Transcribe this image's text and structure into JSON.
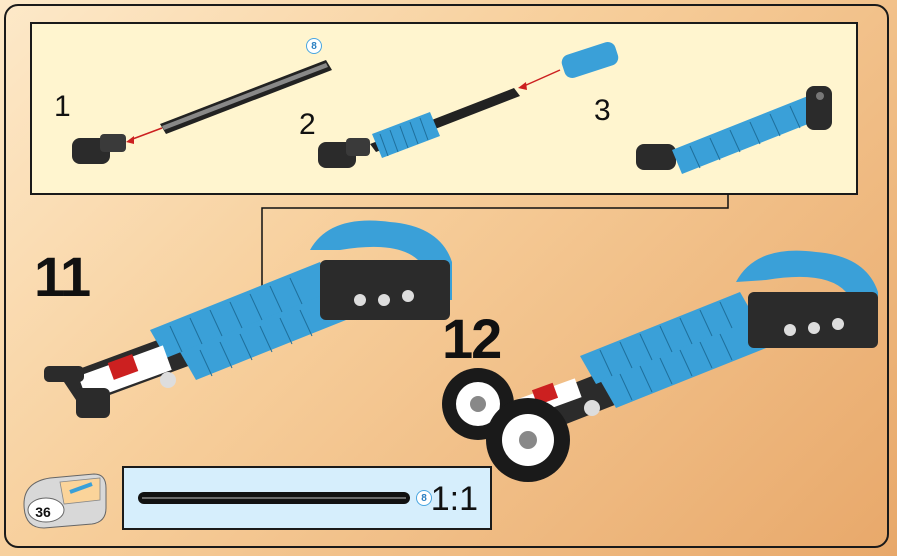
{
  "substeps": [
    {
      "number": "1"
    },
    {
      "number": "2"
    },
    {
      "number": "3"
    }
  ],
  "steps": [
    {
      "number": "11"
    },
    {
      "number": "12"
    }
  ],
  "parts_list": {
    "axle_length_badge": "8",
    "scale_label": "1:1"
  },
  "top_axle_badge": "8",
  "page_number": "36",
  "colors": {
    "brick_blue": "#3aa0d8",
    "brick_black": "#2b2b2b",
    "callout_bg": "#fff5cf",
    "parts_bg": "#d6eefc",
    "arrow_red": "#cc2020"
  }
}
